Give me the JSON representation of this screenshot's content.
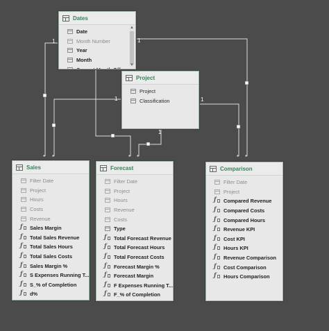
{
  "tables": {
    "dates": {
      "title": "Dates",
      "fields": [
        {
          "label": "Date",
          "kind": "col",
          "style": "strong"
        },
        {
          "label": "Month Number",
          "kind": "col",
          "style": "dim"
        },
        {
          "label": "Year",
          "kind": "col",
          "style": "strong"
        },
        {
          "label": "Month",
          "kind": "col",
          "style": "strong"
        },
        {
          "label": "Current Month Off...",
          "kind": "col",
          "style": "strong"
        }
      ]
    },
    "project": {
      "title": "Project",
      "fields": [
        {
          "label": "Project",
          "kind": "col",
          "style": "norm"
        },
        {
          "label": "Classification",
          "kind": "col",
          "style": "norm"
        }
      ]
    },
    "sales": {
      "title": "Sales",
      "fields": [
        {
          "label": "Filter Date",
          "kind": "col",
          "style": "dim"
        },
        {
          "label": "Project",
          "kind": "col",
          "style": "dim"
        },
        {
          "label": "Hours",
          "kind": "col",
          "style": "dim"
        },
        {
          "label": "Costs",
          "kind": "col",
          "style": "dim"
        },
        {
          "label": "Revenue",
          "kind": "col",
          "style": "dim"
        },
        {
          "label": "Sales Margin",
          "kind": "calc",
          "style": "strong"
        },
        {
          "label": "Total Sales Revenue",
          "kind": "calc",
          "style": "strong"
        },
        {
          "label": "Total Sales Hours",
          "kind": "calc",
          "style": "strong"
        },
        {
          "label": "Total Sales Costs",
          "kind": "calc",
          "style": "strong"
        },
        {
          "label": "Sales Margin %",
          "kind": "calc",
          "style": "strong"
        },
        {
          "label": "S Expenses Running T...",
          "kind": "calc",
          "style": "strong"
        },
        {
          "label": "S_% of Completion",
          "kind": "calc",
          "style": "strong"
        },
        {
          "label": "d%",
          "kind": "calc",
          "style": "strong"
        }
      ]
    },
    "forecast": {
      "title": "Forecast",
      "fields": [
        {
          "label": "Filter Date",
          "kind": "col",
          "style": "dim"
        },
        {
          "label": "Project",
          "kind": "col",
          "style": "dim"
        },
        {
          "label": "Hours",
          "kind": "col",
          "style": "dim"
        },
        {
          "label": "Revenue",
          "kind": "col",
          "style": "dim"
        },
        {
          "label": "Costs",
          "kind": "col",
          "style": "dim"
        },
        {
          "label": "Type",
          "kind": "col",
          "style": "strong"
        },
        {
          "label": "Total Forecast Revenue",
          "kind": "calc",
          "style": "strong"
        },
        {
          "label": "Total Forecast Hours",
          "kind": "calc",
          "style": "strong"
        },
        {
          "label": "Total Forecast Costs",
          "kind": "calc",
          "style": "strong"
        },
        {
          "label": "Forecast Margin %",
          "kind": "calc",
          "style": "strong"
        },
        {
          "label": "Forecast Margin",
          "kind": "calc",
          "style": "strong"
        },
        {
          "label": "F Expenses Running T...",
          "kind": "calc",
          "style": "strong"
        },
        {
          "label": "F_% of Completion",
          "kind": "calc",
          "style": "strong"
        }
      ]
    },
    "comparison": {
      "title": "Comparison",
      "fields": [
        {
          "label": "Filter Date",
          "kind": "col",
          "style": "dim"
        },
        {
          "label": "Project",
          "kind": "col",
          "style": "dim"
        },
        {
          "label": "Compared Revenue",
          "kind": "calc",
          "style": "strong"
        },
        {
          "label": "Compared Costs",
          "kind": "calc",
          "style": "strong"
        },
        {
          "label": "Compared Hours",
          "kind": "calc",
          "style": "strong"
        },
        {
          "label": "Revenue KPI",
          "kind": "calc",
          "style": "strong"
        },
        {
          "label": "Cost KPI",
          "kind": "calc",
          "style": "strong"
        },
        {
          "label": "Hours KPI",
          "kind": "calc",
          "style": "strong"
        },
        {
          "label": "Revenue Comparison",
          "kind": "calc",
          "style": "strong"
        },
        {
          "label": "Cost Comparison",
          "kind": "calc",
          "style": "strong"
        },
        {
          "label": "Hours Comparison",
          "kind": "calc",
          "style": "strong"
        }
      ]
    }
  },
  "cardinality": {
    "one": "1",
    "many": "*"
  },
  "colors": {
    "background": "#4b4b4b",
    "header_text": "#3e7e5a",
    "line": "#e0e0e0"
  }
}
